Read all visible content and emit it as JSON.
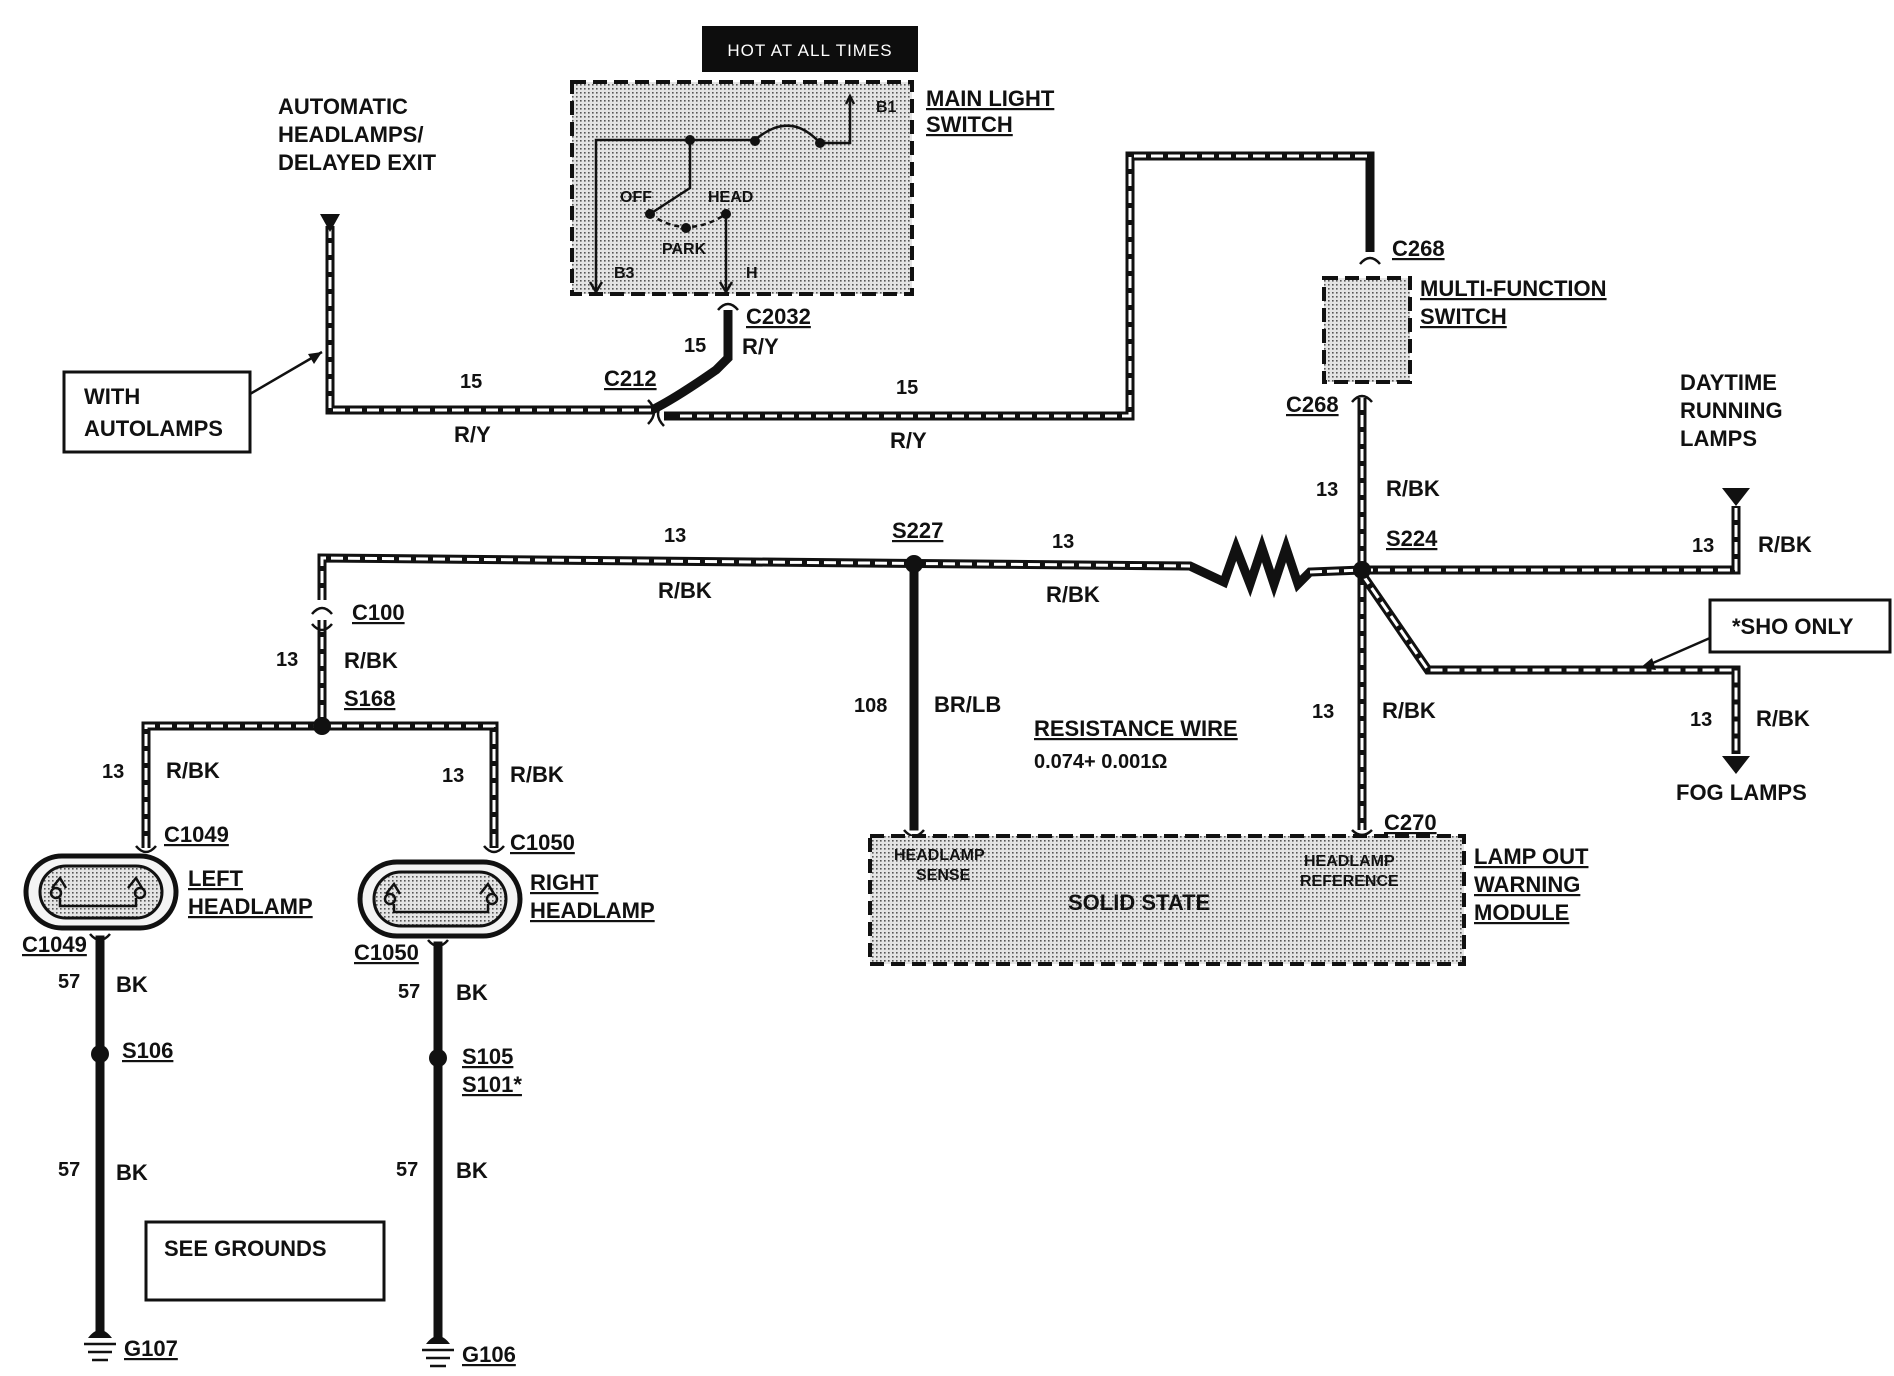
{
  "header": {
    "hot_label": "HOT AT ALL TIMES"
  },
  "main_switch": {
    "title_line1": "MAIN LIGHT",
    "title_line2": "SWITCH",
    "pin_b1": "B1",
    "pin_b3": "B3",
    "pin_h": "H",
    "pos_off": "OFF",
    "pos_head": "HEAD",
    "pos_park": "PARK"
  },
  "auto_headlamps": {
    "line1": "AUTOMATIC",
    "line2": "HEADLAMPS/",
    "line3": "DELAYED EXIT"
  },
  "with_autolamps": {
    "line1": "WITH",
    "line2": "AUTOLAMPS"
  },
  "connectors": {
    "c2032": "C2032",
    "c212": "C212",
    "c268_top": "C268",
    "c268_bottom": "C268",
    "c100": "C100",
    "c1049_top": "C1049",
    "c1049_bottom": "C1049",
    "c1050_top": "C1050",
    "c1050_bottom": "C1050",
    "c270": "C270"
  },
  "splices": {
    "s227": "S227",
    "s224": "S224",
    "s168": "S168",
    "s106": "S106",
    "s105": "S105",
    "s101": "S101*"
  },
  "multi_function_switch": {
    "line1": "MULTI-FUNCTION",
    "line2": "SWITCH"
  },
  "daytime_running": {
    "line1": "DAYTIME",
    "line2": "RUNNING",
    "line3": "LAMPS"
  },
  "sho_only": "*SHO ONLY",
  "fog_lamps": "FOG LAMPS",
  "resistance_wire": {
    "title": "RESISTANCE WIRE",
    "value": "0.074+ 0.001Ω"
  },
  "lamp_out_module": {
    "line1": "LAMP OUT",
    "line2": "WARNING",
    "line3": "MODULE",
    "center": "SOLID STATE",
    "sense_line1": "HEADLAMP",
    "sense_line2": "SENSE",
    "ref_line1": "HEADLAMP",
    "ref_line2": "REFERENCE"
  },
  "left_headlamp": {
    "line1": "LEFT",
    "line2": "HEADLAMP"
  },
  "right_headlamp": {
    "line1": "RIGHT",
    "line2": "HEADLAMP"
  },
  "see_grounds": "SEE GROUNDS",
  "grounds": {
    "g107": "G107",
    "g106": "G106"
  },
  "wires": {
    "ry_circuit": "15",
    "ry_color": "R/Y",
    "rbk_circuit": "13",
    "rbk_color": "R/BK",
    "brlb_circuit": "108",
    "brlb_color": "BR/LB",
    "bk_circuit": "57",
    "bk_color": "BK"
  }
}
